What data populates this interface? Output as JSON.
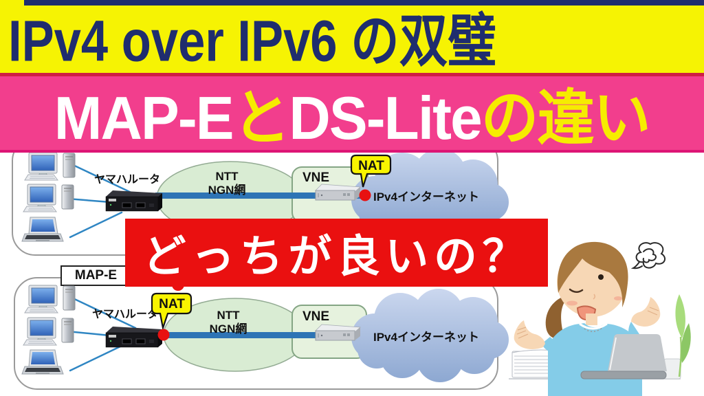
{
  "title_banner": {
    "text": "IPv4 over IPv6 の双璧"
  },
  "subtitle_banner": {
    "seg_map_e": "MAP-E",
    "seg_to": "と",
    "seg_ds_lite": "DS-Lite",
    "seg_no_chigai": "の違い"
  },
  "question_banner": {
    "text": "どっちが良いの？"
  },
  "diagram_top": {
    "router_label": "ヤマハルータ",
    "ngn_line1": "NTT",
    "ngn_line2": "NGN網",
    "vne_label": "VNE",
    "nat_label": "NAT",
    "internet_label": "IPv4インターネット"
  },
  "diagram_bottom": {
    "method_label": "MAP-E",
    "router_label": "ヤマハルータ",
    "ngn_line1": "NTT",
    "ngn_line2": "NGN網",
    "vne_label": "VNE",
    "nat_label": "NAT",
    "internet_label": "IPv4インターネット"
  },
  "colors": {
    "title_bg": "#f6f303",
    "title_fg": "#1f2d6e",
    "subtitle_bg": "#f23e8d",
    "subtitle_alt_fg": "#f6ec00",
    "question_bg": "#ea1010",
    "ngn_fill": "#d9ecd3",
    "vne_fill": "#e6f2de",
    "wan_line": "#2e74b5",
    "nat_fill": "#f8f400",
    "nat_dot": "#e81111",
    "cloud_fill": "#9db4d8"
  }
}
